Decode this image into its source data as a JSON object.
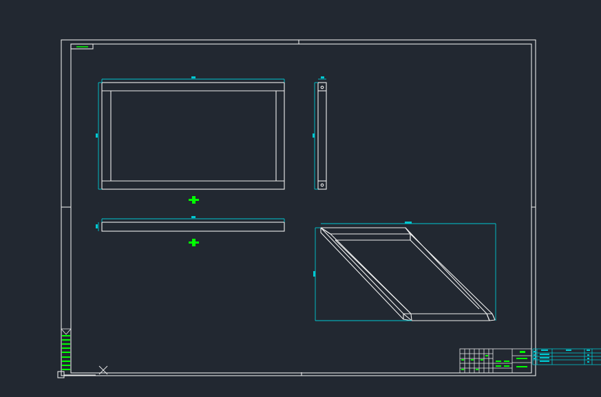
{
  "app": {
    "view": "model-space-drawing"
  },
  "colors": {
    "background": "#222831",
    "geometry": "#ffffff",
    "dimension": "#00c8d2",
    "text": "#00ff00"
  },
  "drawing": {
    "views": [
      "front-view",
      "side-view",
      "top-view",
      "isometric-view"
    ],
    "title_block": {
      "has_table": true
    },
    "side_parts_list": {
      "has_table": true
    }
  }
}
